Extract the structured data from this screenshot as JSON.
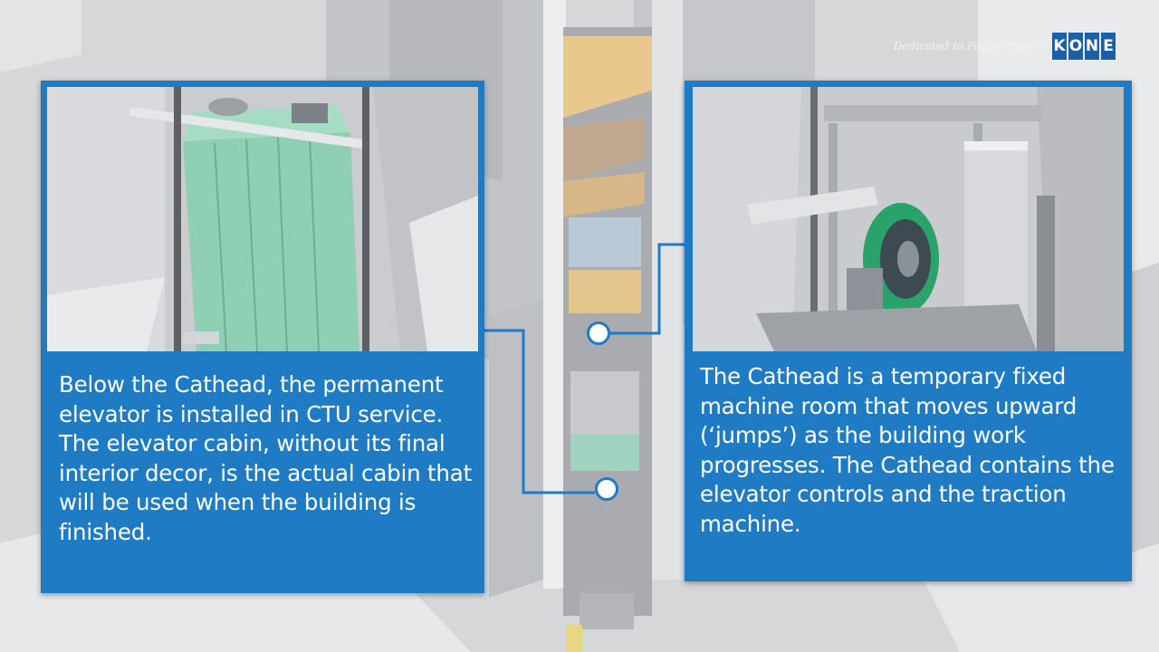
{
  "brand": {
    "tagline": "Dedicated to People Flow™",
    "logo_letters": [
      "K",
      "O",
      "N",
      "E"
    ],
    "logo_color": "#1b5fa8"
  },
  "panels": {
    "left": {
      "caption": "Below the Cathead, the permanent elevator is installed in CTU service. The elevator cabin, without its final interior decor, is the actual cabin that will be used when the building is finished."
    },
    "right": {
      "caption": "The Cathead is a temporary fixed machine room that moves upward (‘jumps’) as the building work progresses. The Cathead contains the elevator controls and the traction machine."
    }
  },
  "colors": {
    "panel_blue": "#1e7bc4",
    "cabin_green": "#8fcfb4",
    "machine_green": "#2aa36a",
    "background_gray": "#d9dadc"
  }
}
